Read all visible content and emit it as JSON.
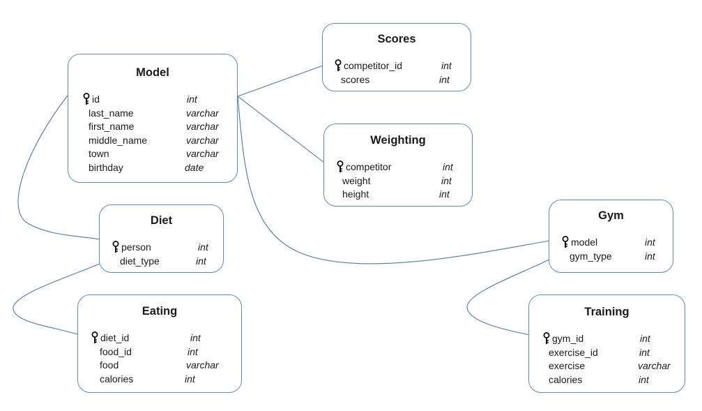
{
  "colors": {
    "connector": "#4a7aa8",
    "border": "#5a8dbf",
    "text": "#1a1a1a"
  },
  "entities": {
    "model": {
      "name": "Model",
      "fields": [
        {
          "name": "id",
          "type": "int",
          "key": true
        },
        {
          "name": "last_name",
          "type": "varchar"
        },
        {
          "name": "first_name",
          "type": "varchar"
        },
        {
          "name": "middle_name",
          "type": "varchar"
        },
        {
          "name": "town",
          "type": "varchar"
        },
        {
          "name": "birthday",
          "type": "date"
        }
      ]
    },
    "scores": {
      "name": "Scores",
      "fields": [
        {
          "name": "competitor_id",
          "type": "int",
          "key": true
        },
        {
          "name": "scores",
          "type": "int"
        }
      ]
    },
    "weighting": {
      "name": "Weighting",
      "fields": [
        {
          "name": "competitor",
          "type": "int",
          "key": true
        },
        {
          "name": "weight",
          "type": "int"
        },
        {
          "name": "height",
          "type": "int"
        }
      ]
    },
    "diet": {
      "name": "Diet",
      "fields": [
        {
          "name": "person",
          "type": "int",
          "key": true
        },
        {
          "name": "diet_type",
          "type": "int"
        }
      ]
    },
    "eating": {
      "name": "Eating",
      "fields": [
        {
          "name": "diet_id",
          "type": "int",
          "key": true
        },
        {
          "name": "food_id",
          "type": "int"
        },
        {
          "name": "food",
          "type": "varchar"
        },
        {
          "name": "calories",
          "type": "int"
        }
      ]
    },
    "gym": {
      "name": "Gym",
      "fields": [
        {
          "name": "model",
          "type": "int",
          "key": true
        },
        {
          "name": "gym_type",
          "type": "int"
        }
      ]
    },
    "training": {
      "name": "Training",
      "fields": [
        {
          "name": "gym_id",
          "type": "int",
          "key": true
        },
        {
          "name": "exercise_id",
          "type": "int"
        },
        {
          "name": "exercise",
          "type": "varchar"
        },
        {
          "name": "calories",
          "type": "int"
        }
      ]
    }
  }
}
